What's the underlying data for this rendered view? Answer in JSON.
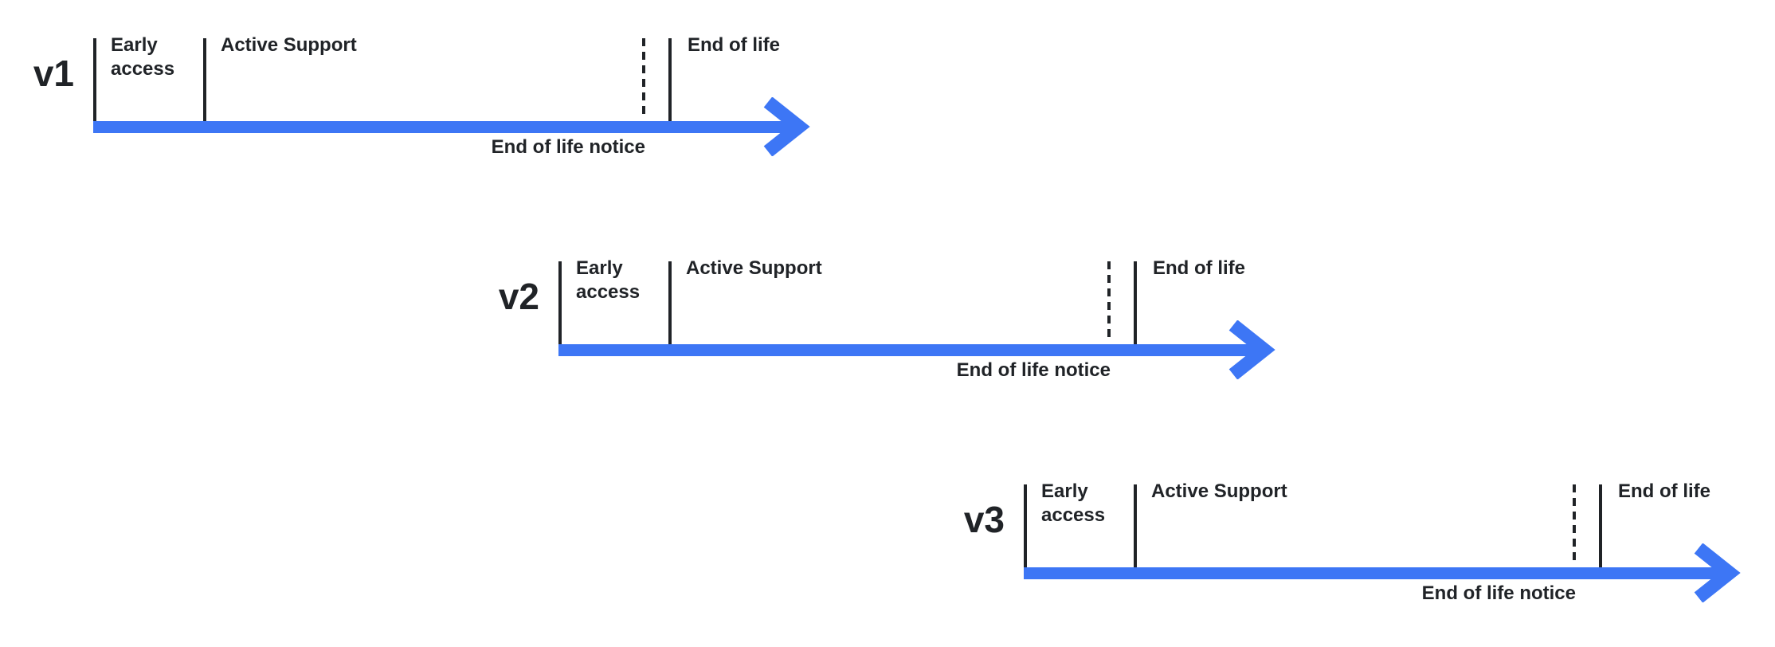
{
  "colors": {
    "accent": "#3D76F5",
    "ink": "#202327",
    "background": "#FFFFFF"
  },
  "icons": {
    "arrowhead": "arrow-right-chevron"
  },
  "timelines": [
    {
      "version": "v1",
      "early_access": "Early access",
      "active_support": "Active Support",
      "end_of_life": "End of life",
      "end_of_life_notice": "End of life notice"
    },
    {
      "version": "v2",
      "early_access": "Early access",
      "active_support": "Active Support",
      "end_of_life": "End of life",
      "end_of_life_notice": "End of life notice"
    },
    {
      "version": "v3",
      "early_access": "Early access",
      "active_support": "Active Support",
      "end_of_life": "End of life",
      "end_of_life_notice": "End of life notice"
    }
  ]
}
